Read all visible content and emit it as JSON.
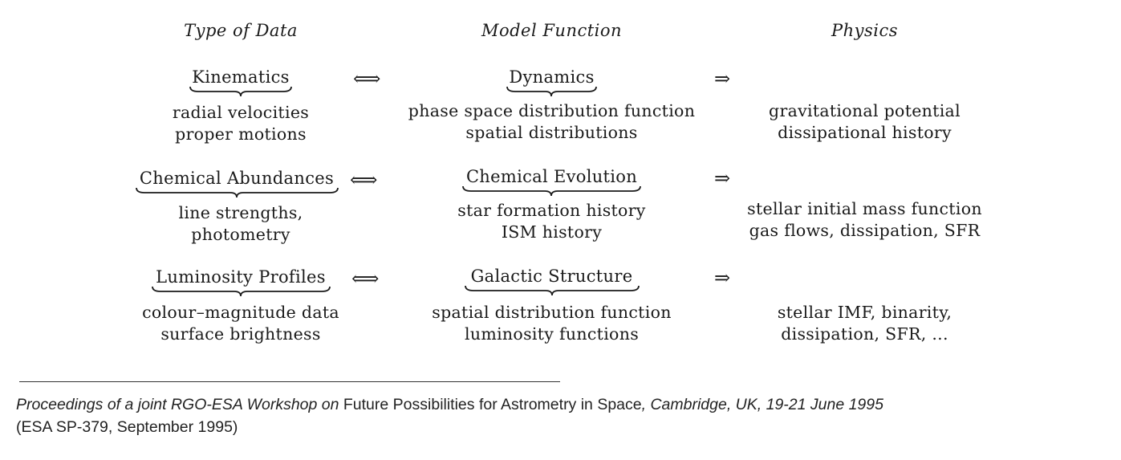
{
  "headers": {
    "col1": "Type of Data",
    "col2": "Model Function",
    "col3": "Physics"
  },
  "rows": [
    {
      "data_title": "Kinematics",
      "data_lines": [
        "radial velocities",
        "proper motions"
      ],
      "relation": "⟺",
      "model_title": "Dynamics",
      "model_lines": [
        "phase space distribution function",
        "spatial distributions"
      ],
      "implies": "⇒",
      "physics_lines": [
        "gravitational potential",
        "dissipational history"
      ]
    },
    {
      "data_title": "Chemical Abundances",
      "data_lines": [
        "line strengths,",
        "photometry"
      ],
      "relation": "⟺",
      "model_title": "Chemical Evolution",
      "model_lines": [
        "star formation history",
        "ISM history"
      ],
      "implies": "⇒",
      "physics_lines": [
        "stellar initial mass function",
        "gas flows, dissipation, SFR"
      ]
    },
    {
      "data_title": "Luminosity Profiles",
      "data_lines": [
        "colour–magnitude data",
        "surface brightness"
      ],
      "relation": "⟺",
      "model_title": "Galactic Structure",
      "model_lines": [
        "spatial distribution function",
        "luminosity functions"
      ],
      "implies": "⇒",
      "physics_lines": [
        "stellar IMF, binarity,",
        "dissipation, SFR, ..."
      ]
    }
  ],
  "footer": {
    "p1": "Proceedings of a joint RGO-ESA Workshop on",
    "p2": " Future Possibilities for Astrometry in Space",
    "p3": ", Cambridge, UK, 19-21 June 1995",
    "line2": "(ESA SP-379, September 1995)"
  }
}
